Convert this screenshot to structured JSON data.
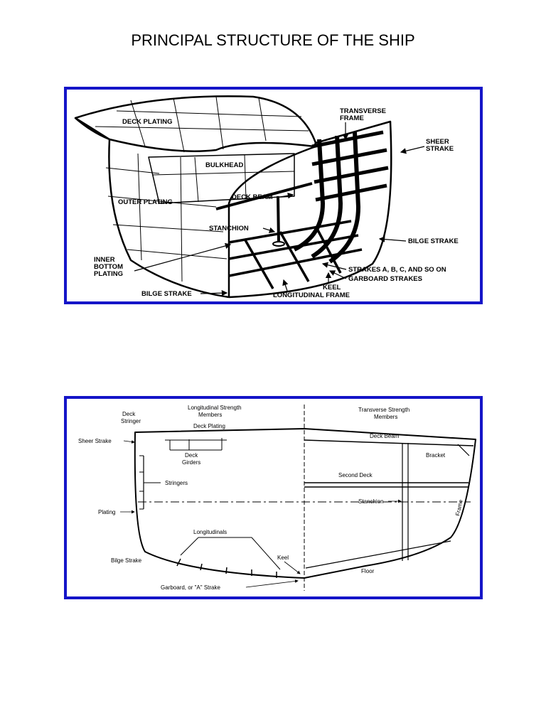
{
  "page": {
    "title": "PRINCIPAL STRUCTURE OF THE SHIP"
  },
  "figure1": {
    "labels": {
      "deck_plating": "DECK PLATING",
      "transverse_frame": [
        "TRANSVERSE",
        "FRAME"
      ],
      "sheer_strake": [
        "SHEER",
        "STRAKE"
      ],
      "bulkhead": "BULKHEAD",
      "outer_plating": "OUTER PLATING",
      "deck_beam": "DECK BEAM",
      "stanchion": "STANCHION",
      "bilge_strake_right": "BILGE STRAKE",
      "inner_bottom_plating": [
        "INNER",
        "BOTTOM",
        "PLATING"
      ],
      "strakes_abc": "STRAKES A, B, C, AND SO ON",
      "garboard_strakes": "GARBOARD STRAKES",
      "keel": "KEEL",
      "bilge_strake_left": "BILGE STRAKE",
      "longitudinal_frame": "LONGITUDINAL FRAME"
    }
  },
  "figure2": {
    "labels": {
      "longitudinal_strength_members": [
        "Longitudinal Strength",
        "Members"
      ],
      "transverse_strength_members": [
        "Transverse Strength",
        "Members"
      ],
      "deck_stringer": [
        "Deck",
        "Stringer"
      ],
      "deck_plating": "Deck Plating",
      "sheer_strake": "Sheer Strake",
      "deck_girders": [
        "Deck",
        "Girders"
      ],
      "stringers": "Stringers",
      "plating": "Plating",
      "longitudinals": "Longitudinals",
      "bilge_strake": "Bilge Strake",
      "keel": "Keel",
      "garboard": "Garboard, or \"A\" Strake",
      "deck_beam": "Deck Beam",
      "bracket": "Bracket",
      "second_deck": "Second Deck",
      "stanchion": "Stanchion",
      "frame": "Frame",
      "floor": "Floor"
    }
  }
}
